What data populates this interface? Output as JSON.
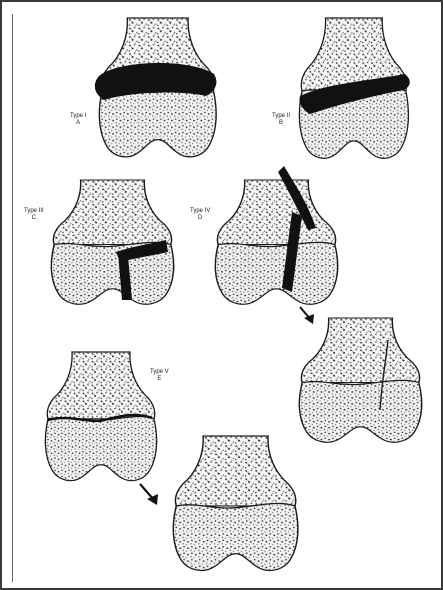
{
  "labels": {
    "a": {
      "type": "Type I",
      "letter": "A"
    },
    "b": {
      "type": "Type II",
      "letter": "B"
    },
    "c": {
      "type": "Type III",
      "letter": "C"
    },
    "d": {
      "type": "Type IV",
      "letter": "D"
    },
    "e": {
      "type": "Type V",
      "letter": "E"
    }
  },
  "colors": {
    "ink": "#1a1a1a",
    "bone_fill": "#f4f4f4",
    "speckle": "#2b2b2b",
    "fracture": "#111111"
  }
}
